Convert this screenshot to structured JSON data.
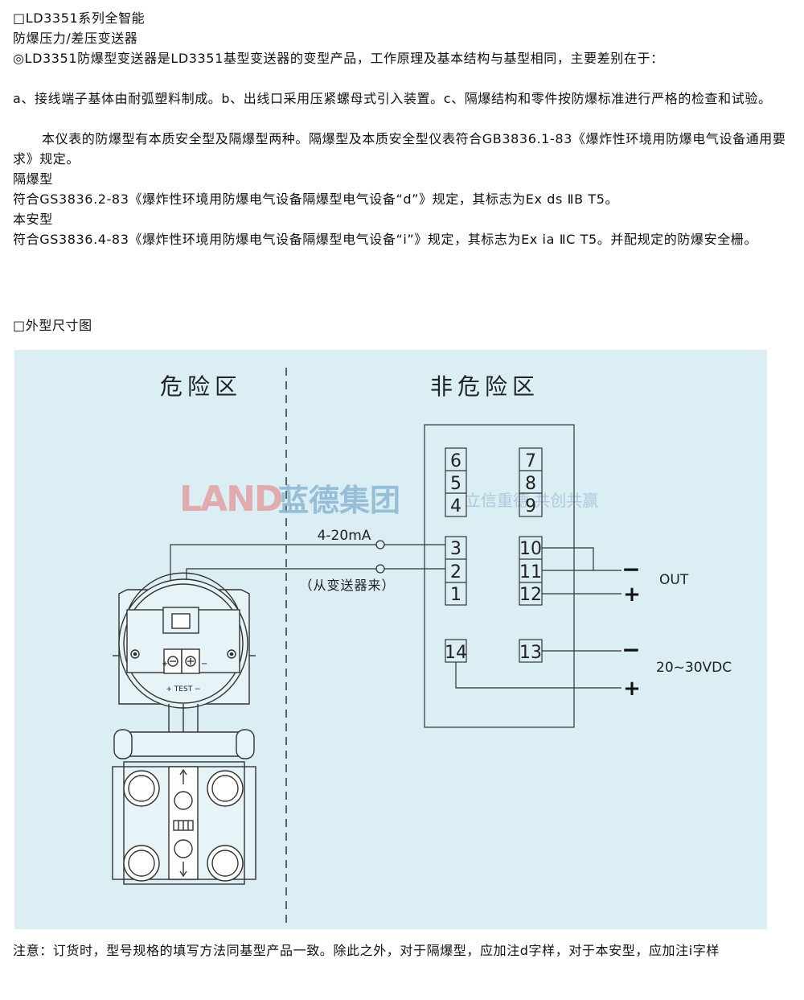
{
  "intro": {
    "title": "□LD3351系列全智能",
    "subtitle": "防爆压力/差压变送器",
    "p1": "◎LD3351防爆型变送器是LD3351基型变送器的变型产品，工作原理及基本结构与基型相同，主要差别在于：",
    "p2": "a、接线端子基体由耐弧塑料制成。b、出线口采用压紧螺母式引入装置。c、隔爆结构和零件按防爆标准进行严格的检查和试验。",
    "p3": "本仪表的防爆型有本质安全型及隔爆型两种。隔爆型及本质安全型仪表符合GB3836.1-83《爆炸性环境用防爆电气设备通用要求》规定。",
    "flameproof_heading": "隔爆型",
    "flameproof_text": "符合GS3836.2-83《爆炸性环境用防爆电气设备隔爆型电气设备“d”》规定，其标志为Ex ds ⅡB T5。",
    "intrinsic_heading": "本安型",
    "intrinsic_text": "符合GS3836.4-83《爆炸性环境用防爆电气设备隔爆型电气设备“i”》规定，其标志为Ex ia ⅡC T5。并配规定的防爆安全栅。"
  },
  "diagram_section": {
    "heading": "□外型尺寸图",
    "hazard_zone": "危险区",
    "safe_zone": "非危险区",
    "signal_label": "4-20mA",
    "from_transmitter": "（从变送器来）",
    "out_label": "OUT",
    "power_label": "20~30VDC",
    "minus": "−",
    "plus": "+",
    "terminals_left": [
      "6",
      "5",
      "4",
      "3",
      "2",
      "1",
      "14"
    ],
    "terminals_right": [
      "7",
      "8",
      "9",
      "10",
      "11",
      "12",
      "13"
    ],
    "test_label": "+ TEST −",
    "transmitter_plus": "+",
    "transmitter_minus": "−",
    "watermark_logo": "LAND",
    "watermark_brand": "蓝德集团",
    "watermark_slogan": "立信重德 共创共赢"
  },
  "note": {
    "text": "注意：订货时，型号规格的填写方法同基型产品一致。除此之外，对于隔爆型，应加注d字样，对于本安型，应加注i字样"
  },
  "colors": {
    "diagram_bg": "#daeef4",
    "line": "#222222",
    "watermark_red": "#e3a4a6",
    "watermark_blue": "#8fb9d3"
  }
}
